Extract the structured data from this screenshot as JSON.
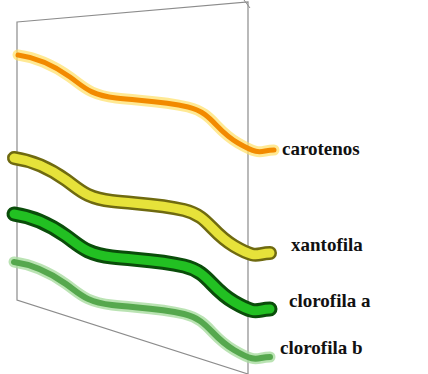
{
  "diagram": {
    "labels": [
      "carotenos",
      "xantofila",
      "clorofila a",
      "clorofila b"
    ]
  }
}
